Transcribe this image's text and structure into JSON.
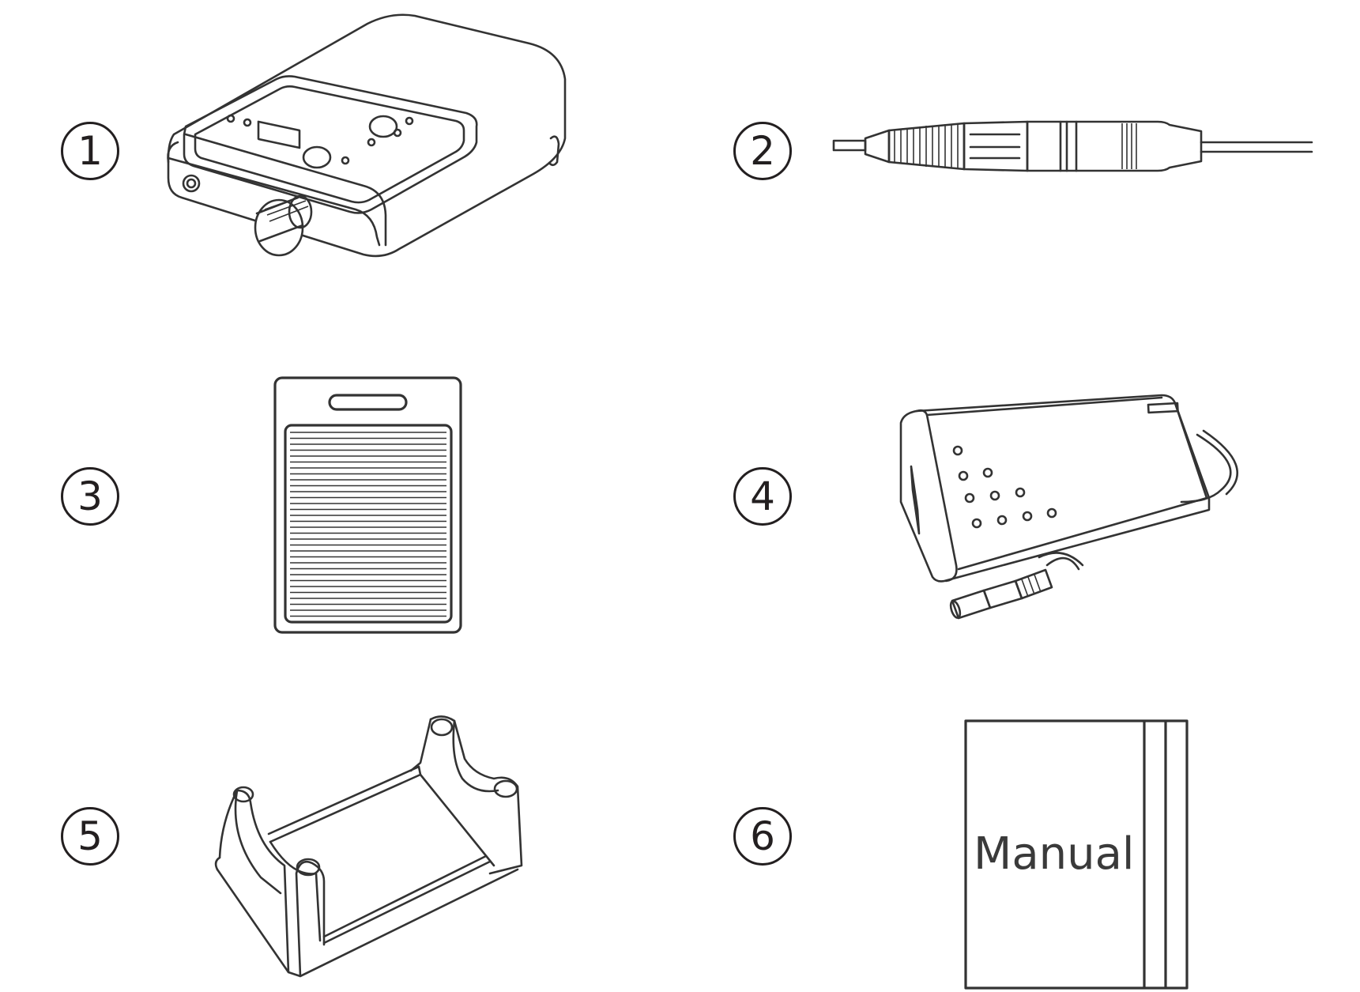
{
  "items": [
    {
      "number": "1",
      "name": "control unit"
    },
    {
      "number": "2",
      "name": "handpiece"
    },
    {
      "number": "3",
      "name": "foot pedal"
    },
    {
      "number": "4",
      "name": "power adapter"
    },
    {
      "number": "5",
      "name": "handpiece holder"
    },
    {
      "number": "6",
      "name": "manual"
    }
  ],
  "manual_label": "Manual"
}
